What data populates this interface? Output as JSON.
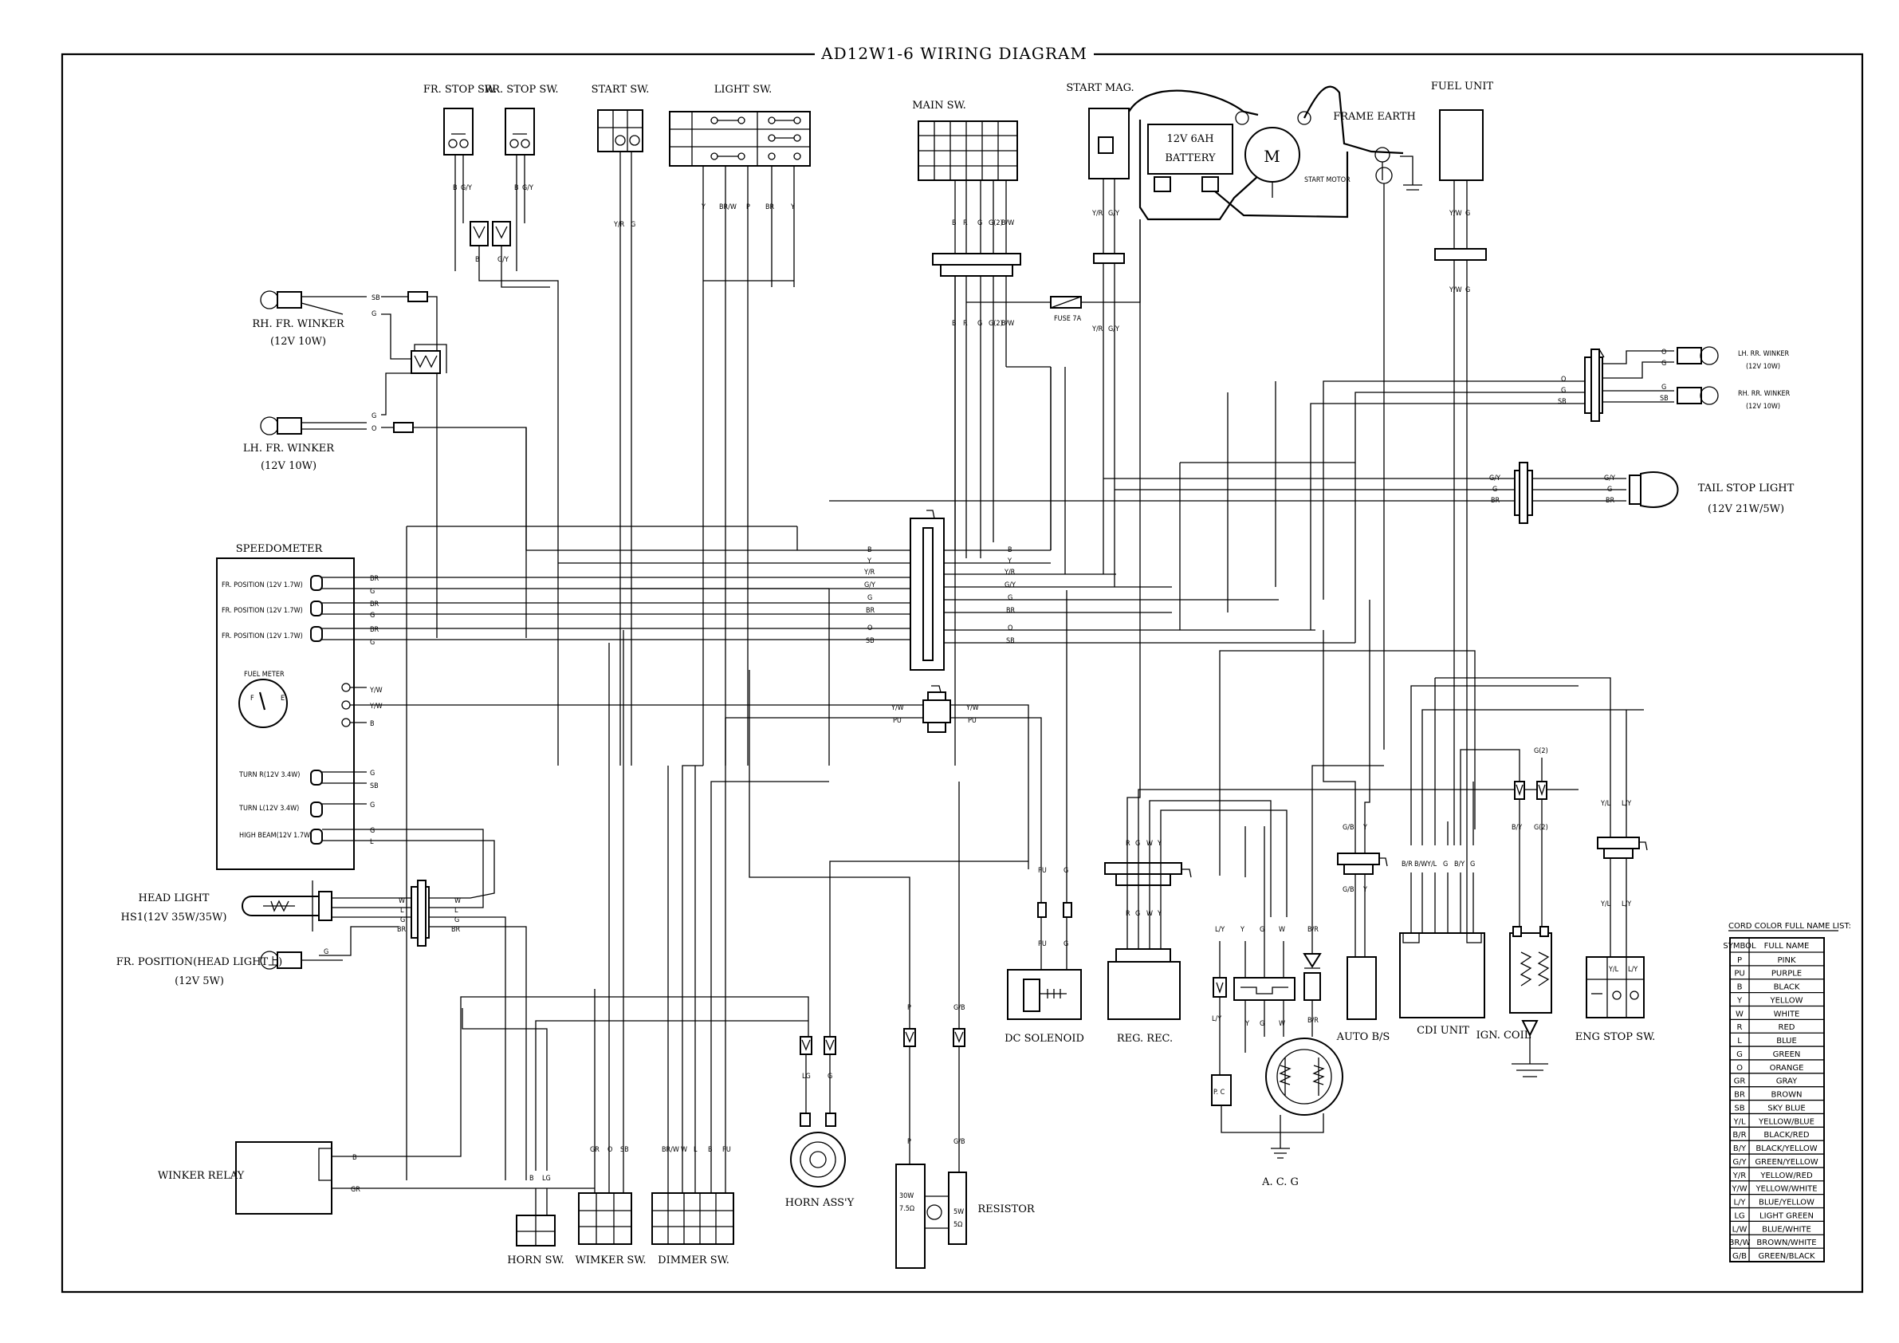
{
  "title": "AD12W1-6 WIRING DIAGRAM",
  "components": {
    "fr_stop_sw": "FR. STOP SW.",
    "rr_stop_sw": "RR. STOP SW.",
    "start_sw": "START SW.",
    "light_sw": "LIGHT SW.",
    "main_sw": "MAIN SW.",
    "start_mag": "START MAG.",
    "battery_line1": "12V 6AH",
    "battery_line2": "BATTERY",
    "motor_symbol": "M",
    "start_motor": "START MOTOR",
    "frame_earth": "FRAME EARTH",
    "fuel_unit": "FUEL UNIT",
    "fuse": "FUSE 7A",
    "rh_fr_winker": "RH. FR. WINKER",
    "rh_fr_winker_rating": "(12V 10W)",
    "lh_fr_winker": "LH. FR. WINKER",
    "lh_fr_winker_rating": "(12V 10W)",
    "lh_rr_winker": "LH. RR. WINKER",
    "lh_rr_winker_rating": "(12V 10W)",
    "rh_rr_winker": "RH. RR. WINKER",
    "rh_rr_winker_rating": "(12V 10W)",
    "tail_stop_light": "TAIL STOP LIGHT",
    "tail_stop_light_rating": "(12V 21W/5W)",
    "speedometer": "SPEEDOMETER",
    "fr_position_1": "FR. POSITION (12V 1.7W)",
    "fr_position_2": "FR. POSITION (12V 1.7W)",
    "fr_position_3": "FR. POSITION (12V 1.7W)",
    "fuel_meter": "FUEL METER",
    "fuel_f": "F",
    "fuel_e": "E",
    "turn_r": "TURN R(12V 3.4W)",
    "turn_l": "TURN L(12V 3.4W)",
    "high_beam": "HIGH BEAM(12V 1.7W)",
    "head_light": "HEAD LIGHT",
    "head_light_rating": "HS1(12V 35W/35W)",
    "fr_position_head": "FR. POSITION(HEAD LIGHT上)",
    "fr_position_head_rating": "(12V 5W)",
    "winker_relay": "WINKER RELAY",
    "horn_sw": "HORN SW.",
    "winker_sw": "WIMKER SW.",
    "dimmer_sw": "DIMMER SW.",
    "horn_assy": "HORN ASS'Y",
    "resistor": "RESISTOR",
    "resistor_30w_1": "30W",
    "resistor_30w_2": "7.5Ω",
    "resistor_5w_1": "5W",
    "resistor_5w_2": "5Ω",
    "dc_solenoid": "DC SOLENOID",
    "reg_rec": "REG. REC.",
    "acg": "A. C. G",
    "pc": "P. C",
    "auto_bs": "AUTO B/S",
    "cdi_unit": "CDI UNIT",
    "ign_coil": "IGN. COIL",
    "eng_stop_sw": "ENG STOP SW."
  },
  "color_table": {
    "title": "CORD COLOR FULL NAME LIST:",
    "header_symbol": "SYMBOL",
    "header_name": "FULL NAME",
    "rows": [
      {
        "symbol": "P",
        "name": "PINK"
      },
      {
        "symbol": "PU",
        "name": "PURPLE"
      },
      {
        "symbol": "B",
        "name": "BLACK"
      },
      {
        "symbol": "Y",
        "name": "YELLOW"
      },
      {
        "symbol": "W",
        "name": "WHITE"
      },
      {
        "symbol": "R",
        "name": "RED"
      },
      {
        "symbol": "L",
        "name": "BLUE"
      },
      {
        "symbol": "G",
        "name": "GREEN"
      },
      {
        "symbol": "O",
        "name": "ORANGE"
      },
      {
        "symbol": "GR",
        "name": "GRAY"
      },
      {
        "symbol": "BR",
        "name": "BROWN"
      },
      {
        "symbol": "SB",
        "name": "SKY BLUE"
      },
      {
        "symbol": "Y/L",
        "name": "YELLOW/BLUE"
      },
      {
        "symbol": "B/R",
        "name": "BLACK/RED"
      },
      {
        "symbol": "B/Y",
        "name": "BLACK/YELLOW"
      },
      {
        "symbol": "G/Y",
        "name": "GREEN/YELLOW"
      },
      {
        "symbol": "Y/R",
        "name": "YELLOW/RED"
      },
      {
        "symbol": "Y/W",
        "name": "YELLOW/WHITE"
      },
      {
        "symbol": "L/Y",
        "name": "BLUE/YELLOW"
      },
      {
        "symbol": "LG",
        "name": "LIGHT GREEN"
      },
      {
        "symbol": "L/W",
        "name": "BLUE/WHITE"
      },
      {
        "symbol": "BR/W",
        "name": "BROWN/WHITE"
      },
      {
        "symbol": "G/B",
        "name": "GREEN/BLACK"
      }
    ]
  },
  "wire_labels": {
    "main_conn_left": [
      "B",
      "Y",
      "Y/R",
      "G/Y",
      "G",
      "BR",
      "O",
      "SB"
    ],
    "main_conn_right": [
      "B",
      "Y",
      "Y/R",
      "G/Y",
      "G",
      "BR",
      "O",
      "SB"
    ],
    "speedo_wires": [
      "BR",
      "G",
      "BR",
      "G",
      "BR",
      "G",
      "Y/W",
      "B",
      "G",
      "SB",
      "G",
      "G",
      "L"
    ],
    "head_wires": [
      "W",
      "L",
      "G",
      "BR"
    ],
    "tail_wires": [
      "G/Y",
      "G",
      "BR"
    ],
    "rr_winker_wires": [
      "O",
      "G",
      "SB"
    ],
    "rr_winker_wires_r": [
      "O",
      "G",
      "G",
      "SB"
    ],
    "fr_stop_wires": [
      "B",
      "G/Y"
    ],
    "rr_stop_wires": [
      "B",
      "G/Y"
    ],
    "start_sw_wires": [
      "Y/R",
      "G"
    ],
    "light_sw_wires": [
      "Y",
      "BR/W",
      "P",
      "BR",
      "Y"
    ],
    "main_sw_wires": [
      "B",
      "R",
      "G",
      "G(2)",
      "B/W"
    ],
    "start_mag_wires": [
      "Y/R",
      "G/Y"
    ],
    "fuel_unit_wires": [
      "Y/W",
      "G"
    ],
    "yw_pu_left": [
      "Y/W",
      "PU"
    ],
    "yw_pu_right": [
      "Y/W",
      "PU"
    ],
    "dc_sol_wires": [
      "PU",
      "G"
    ],
    "reg_rec_wires": [
      "R",
      "G",
      "W",
      "Y"
    ],
    "acg_wires": [
      "L/Y",
      "Y",
      "G",
      "W",
      "B/R"
    ],
    "auto_bs_wires": [
      "G/B",
      "Y"
    ],
    "cdi_wires": [
      "B/R",
      "B/W",
      "Y/L",
      "G",
      "B/Y",
      "G"
    ],
    "ign_wires": [
      "B/Y",
      "G(2)"
    ],
    "eng_stop_wires": [
      "Y/L",
      "L/Y"
    ],
    "horn_wires": [
      "LG",
      "G"
    ],
    "resistor_wires": [
      "P",
      "G/B"
    ],
    "winker_relay_wires": [
      "B",
      "GR"
    ],
    "horn_sw_wires": [
      "B",
      "LG"
    ],
    "winker_sw_wires": [
      "GR",
      "O",
      "SB"
    ],
    "dimmer_sw_wires": [
      "BR/W",
      "W",
      "L",
      "B",
      "PU"
    ],
    "fr_winker_wires": [
      "SB",
      "G",
      "G",
      "O"
    ]
  }
}
